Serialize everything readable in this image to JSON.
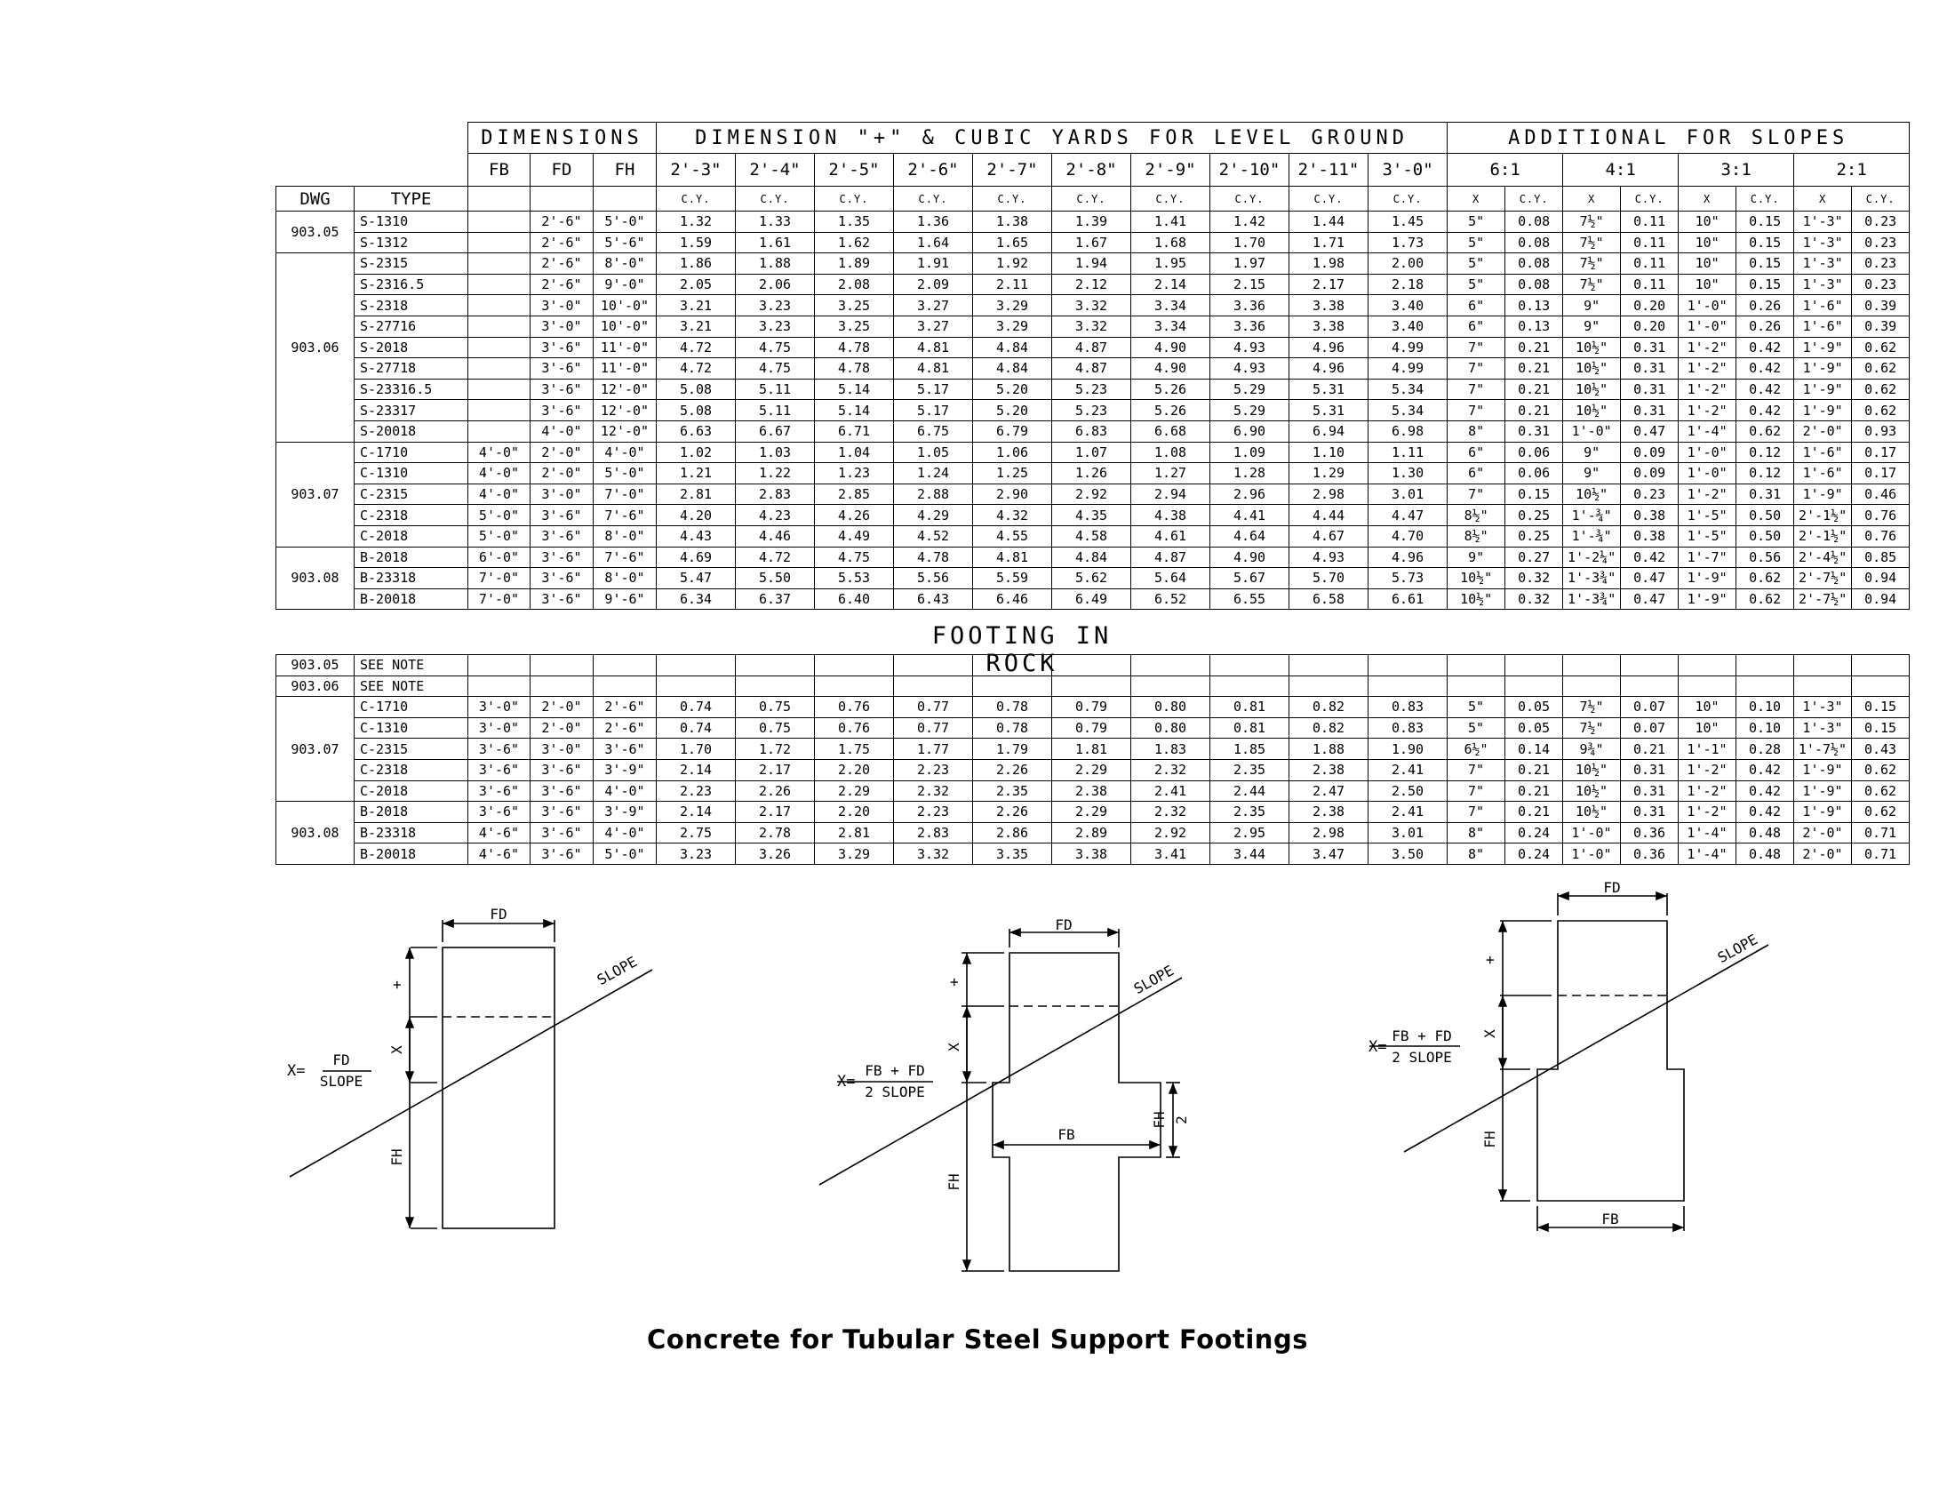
{
  "main_header": {
    "dimensions": "DIMENSIONS",
    "dimension_plus": "DIMENSION \"+\" & CUBIC YARDS FOR LEVEL GROUND",
    "additional_slopes": "ADDITIONAL FOR SLOPES",
    "fb": "FB",
    "fd": "FD",
    "fh": "FH",
    "plus_values": [
      "2'-3\"",
      "2'-4\"",
      "2'-5\"",
      "2'-6\"",
      "2'-7\"",
      "2'-8\"",
      "2'-9\"",
      "2'-10\"",
      "2'-11\"",
      "3'-0\""
    ],
    "slopes": [
      "6:1",
      "4:1",
      "3:1",
      "2:1"
    ],
    "dwg": "DWG",
    "type": "TYPE",
    "cy": "C.Y.",
    "x": "X"
  },
  "level_ground": {
    "groups": [
      {
        "dwg": "903.05",
        "rows": [
          [
            "S-1310",
            "",
            "2'-6\"",
            "5'-0\"",
            "1.32",
            "1.33",
            "1.35",
            "1.36",
            "1.38",
            "1.39",
            "1.41",
            "1.42",
            "1.44",
            "1.45",
            "5\"",
            "0.08",
            "7½\"",
            "0.11",
            "10\"",
            "0.15",
            "1'-3\"",
            "0.23"
          ],
          [
            "S-1312",
            "",
            "2'-6\"",
            "5'-6\"",
            "1.59",
            "1.61",
            "1.62",
            "1.64",
            "1.65",
            "1.67",
            "1.68",
            "1.70",
            "1.71",
            "1.73",
            "5\"",
            "0.08",
            "7½\"",
            "0.11",
            "10\"",
            "0.15",
            "1'-3\"",
            "0.23"
          ]
        ]
      },
      {
        "dwg": "903.06",
        "rows": [
          [
            "S-2315",
            "",
            "2'-6\"",
            "8'-0\"",
            "1.86",
            "1.88",
            "1.89",
            "1.91",
            "1.92",
            "1.94",
            "1.95",
            "1.97",
            "1.98",
            "2.00",
            "5\"",
            "0.08",
            "7½\"",
            "0.11",
            "10\"",
            "0.15",
            "1'-3\"",
            "0.23"
          ],
          [
            "S-2316.5",
            "",
            "2'-6\"",
            "9'-0\"",
            "2.05",
            "2.06",
            "2.08",
            "2.09",
            "2.11",
            "2.12",
            "2.14",
            "2.15",
            "2.17",
            "2.18",
            "5\"",
            "0.08",
            "7½\"",
            "0.11",
            "10\"",
            "0.15",
            "1'-3\"",
            "0.23"
          ],
          [
            "S-2318",
            "",
            "3'-0\"",
            "10'-0\"",
            "3.21",
            "3.23",
            "3.25",
            "3.27",
            "3.29",
            "3.32",
            "3.34",
            "3.36",
            "3.38",
            "3.40",
            "6\"",
            "0.13",
            "9\"",
            "0.20",
            "1'-0\"",
            "0.26",
            "1'-6\"",
            "0.39"
          ],
          [
            "S-27716",
            "",
            "3'-0\"",
            "10'-0\"",
            "3.21",
            "3.23",
            "3.25",
            "3.27",
            "3.29",
            "3.32",
            "3.34",
            "3.36",
            "3.38",
            "3.40",
            "6\"",
            "0.13",
            "9\"",
            "0.20",
            "1'-0\"",
            "0.26",
            "1'-6\"",
            "0.39"
          ],
          [
            "S-2018",
            "",
            "3'-6\"",
            "11'-0\"",
            "4.72",
            "4.75",
            "4.78",
            "4.81",
            "4.84",
            "4.87",
            "4.90",
            "4.93",
            "4.96",
            "4.99",
            "7\"",
            "0.21",
            "10½\"",
            "0.31",
            "1'-2\"",
            "0.42",
            "1'-9\"",
            "0.62"
          ],
          [
            "S-27718",
            "",
            "3'-6\"",
            "11'-0\"",
            "4.72",
            "4.75",
            "4.78",
            "4.81",
            "4.84",
            "4.87",
            "4.90",
            "4.93",
            "4.96",
            "4.99",
            "7\"",
            "0.21",
            "10½\"",
            "0.31",
            "1'-2\"",
            "0.42",
            "1'-9\"",
            "0.62"
          ],
          [
            "S-23316.5",
            "",
            "3'-6\"",
            "12'-0\"",
            "5.08",
            "5.11",
            "5.14",
            "5.17",
            "5.20",
            "5.23",
            "5.26",
            "5.29",
            "5.31",
            "5.34",
            "7\"",
            "0.21",
            "10½\"",
            "0.31",
            "1'-2\"",
            "0.42",
            "1'-9\"",
            "0.62"
          ],
          [
            "S-23317",
            "",
            "3'-6\"",
            "12'-0\"",
            "5.08",
            "5.11",
            "5.14",
            "5.17",
            "5.20",
            "5.23",
            "5.26",
            "5.29",
            "5.31",
            "5.34",
            "7\"",
            "0.21",
            "10½\"",
            "0.31",
            "1'-2\"",
            "0.42",
            "1'-9\"",
            "0.62"
          ],
          [
            "S-20018",
            "",
            "4'-0\"",
            "12'-0\"",
            "6.63",
            "6.67",
            "6.71",
            "6.75",
            "6.79",
            "6.83",
            "6.68",
            "6.90",
            "6.94",
            "6.98",
            "8\"",
            "0.31",
            "1'-0\"",
            "0.47",
            "1'-4\"",
            "0.62",
            "2'-0\"",
            "0.93"
          ]
        ]
      },
      {
        "dwg": "903.07",
        "rows": [
          [
            "C-1710",
            "4'-0\"",
            "2'-0\"",
            "4'-0\"",
            "1.02",
            "1.03",
            "1.04",
            "1.05",
            "1.06",
            "1.07",
            "1.08",
            "1.09",
            "1.10",
            "1.11",
            "6\"",
            "0.06",
            "9\"",
            "0.09",
            "1'-0\"",
            "0.12",
            "1'-6\"",
            "0.17"
          ],
          [
            "C-1310",
            "4'-0\"",
            "2'-0\"",
            "5'-0\"",
            "1.21",
            "1.22",
            "1.23",
            "1.24",
            "1.25",
            "1.26",
            "1.27",
            "1.28",
            "1.29",
            "1.30",
            "6\"",
            "0.06",
            "9\"",
            "0.09",
            "1'-0\"",
            "0.12",
            "1'-6\"",
            "0.17"
          ],
          [
            "C-2315",
            "4'-0\"",
            "3'-0\"",
            "7'-0\"",
            "2.81",
            "2.83",
            "2.85",
            "2.88",
            "2.90",
            "2.92",
            "2.94",
            "2.96",
            "2.98",
            "3.01",
            "7\"",
            "0.15",
            "10½\"",
            "0.23",
            "1'-2\"",
            "0.31",
            "1'-9\"",
            "0.46"
          ],
          [
            "C-2318",
            "5'-0\"",
            "3'-6\"",
            "7'-6\"",
            "4.20",
            "4.23",
            "4.26",
            "4.29",
            "4.32",
            "4.35",
            "4.38",
            "4.41",
            "4.44",
            "4.47",
            "8½\"",
            "0.25",
            "1'-¾\"",
            "0.38",
            "1'-5\"",
            "0.50",
            "2'-1½\"",
            "0.76"
          ],
          [
            "C-2018",
            "5'-0\"",
            "3'-6\"",
            "8'-0\"",
            "4.43",
            "4.46",
            "4.49",
            "4.52",
            "4.55",
            "4.58",
            "4.61",
            "4.64",
            "4.67",
            "4.70",
            "8½\"",
            "0.25",
            "1'-¾\"",
            "0.38",
            "1'-5\"",
            "0.50",
            "2'-1½\"",
            "0.76"
          ]
        ]
      },
      {
        "dwg": "903.08",
        "rows": [
          [
            "B-2018",
            "6'-0\"",
            "3'-6\"",
            "7'-6\"",
            "4.69",
            "4.72",
            "4.75",
            "4.78",
            "4.81",
            "4.84",
            "4.87",
            "4.90",
            "4.93",
            "4.96",
            "9\"",
            "0.27",
            "1'-2¼\"",
            "0.42",
            "1'-7\"",
            "0.56",
            "2'-4½\"",
            "0.85"
          ],
          [
            "B-23318",
            "7'-0\"",
            "3'-6\"",
            "8'-0\"",
            "5.47",
            "5.50",
            "5.53",
            "5.56",
            "5.59",
            "5.62",
            "5.64",
            "5.67",
            "5.70",
            "5.73",
            "10½\"",
            "0.32",
            "1'-3¾\"",
            "0.47",
            "1'-9\"",
            "0.62",
            "2'-7½\"",
            "0.94"
          ],
          [
            "B-20018",
            "7'-0\"",
            "3'-6\"",
            "9'-6\"",
            "6.34",
            "6.37",
            "6.40",
            "6.43",
            "6.46",
            "6.49",
            "6.52",
            "6.55",
            "6.58",
            "6.61",
            "10½\"",
            "0.32",
            "1'-3¾\"",
            "0.47",
            "1'-9\"",
            "0.62",
            "2'-7½\"",
            "0.94"
          ]
        ]
      }
    ]
  },
  "rock_title": "FOOTING IN ROCK",
  "rock": {
    "notes": [
      {
        "dwg": "903.05",
        "text": "SEE NOTE"
      },
      {
        "dwg": "903.06",
        "text": "SEE NOTE"
      }
    ],
    "groups": [
      {
        "dwg": "903.07",
        "rows": [
          [
            "C-1710",
            "3'-0\"",
            "2'-0\"",
            "2'-6\"",
            "0.74",
            "0.75",
            "0.76",
            "0.77",
            "0.78",
            "0.79",
            "0.80",
            "0.81",
            "0.82",
            "0.83",
            "5\"",
            "0.05",
            "7½\"",
            "0.07",
            "10\"",
            "0.10",
            "1'-3\"",
            "0.15"
          ],
          [
            "C-1310",
            "3'-0\"",
            "2'-0\"",
            "2'-6\"",
            "0.74",
            "0.75",
            "0.76",
            "0.77",
            "0.78",
            "0.79",
            "0.80",
            "0.81",
            "0.82",
            "0.83",
            "5\"",
            "0.05",
            "7½\"",
            "0.07",
            "10\"",
            "0.10",
            "1'-3\"",
            "0.15"
          ],
          [
            "C-2315",
            "3'-6\"",
            "3'-0\"",
            "3'-6\"",
            "1.70",
            "1.72",
            "1.75",
            "1.77",
            "1.79",
            "1.81",
            "1.83",
            "1.85",
            "1.88",
            "1.90",
            "6½\"",
            "0.14",
            "9¾\"",
            "0.21",
            "1'-1\"",
            "0.28",
            "1'-7½\"",
            "0.43"
          ],
          [
            "C-2318",
            "3'-6\"",
            "3'-6\"",
            "3'-9\"",
            "2.14",
            "2.17",
            "2.20",
            "2.23",
            "2.26",
            "2.29",
            "2.32",
            "2.35",
            "2.38",
            "2.41",
            "7\"",
            "0.21",
            "10½\"",
            "0.31",
            "1'-2\"",
            "0.42",
            "1'-9\"",
            "0.62"
          ],
          [
            "C-2018",
            "3'-6\"",
            "3'-6\"",
            "4'-0\"",
            "2.23",
            "2.26",
            "2.29",
            "2.32",
            "2.35",
            "2.38",
            "2.41",
            "2.44",
            "2.47",
            "2.50",
            "7\"",
            "0.21",
            "10½\"",
            "0.31",
            "1'-2\"",
            "0.42",
            "1'-9\"",
            "0.62"
          ]
        ]
      },
      {
        "dwg": "903.08",
        "rows": [
          [
            "B-2018",
            "3'-6\"",
            "3'-6\"",
            "3'-9\"",
            "2.14",
            "2.17",
            "2.20",
            "2.23",
            "2.26",
            "2.29",
            "2.32",
            "2.35",
            "2.38",
            "2.41",
            "7\"",
            "0.21",
            "10½\"",
            "0.31",
            "1'-2\"",
            "0.42",
            "1'-9\"",
            "0.62"
          ],
          [
            "B-23318",
            "4'-6\"",
            "3'-6\"",
            "4'-0\"",
            "2.75",
            "2.78",
            "2.81",
            "2.83",
            "2.86",
            "2.89",
            "2.92",
            "2.95",
            "2.98",
            "3.01",
            "8\"",
            "0.24",
            "1'-0\"",
            "0.36",
            "1'-4\"",
            "0.48",
            "2'-0\"",
            "0.71"
          ],
          [
            "B-20018",
            "4'-6\"",
            "3'-6\"",
            "5'-0\"",
            "3.23",
            "3.26",
            "3.29",
            "3.32",
            "3.35",
            "3.38",
            "3.41",
            "3.44",
            "3.47",
            "3.50",
            "8\"",
            "0.24",
            "1'-0\"",
            "0.36",
            "1'-4\"",
            "0.48",
            "2'-0\"",
            "0.71"
          ]
        ]
      }
    ]
  },
  "diagrams": {
    "fd": "FD",
    "fb": "FB",
    "fh": "FH",
    "x": "X",
    "plus": "+",
    "slope": "SLOPE",
    "fh_half_num": "FH",
    "fh_half_den": "2",
    "formula1": {
      "lhs": "X=",
      "num": "FD",
      "den": "SLOPE"
    },
    "formula2": {
      "lhs": "X=",
      "num": "FB + FD",
      "den": "2 SLOPE"
    }
  },
  "caption": "Concrete for Tubular Steel Support Footings"
}
